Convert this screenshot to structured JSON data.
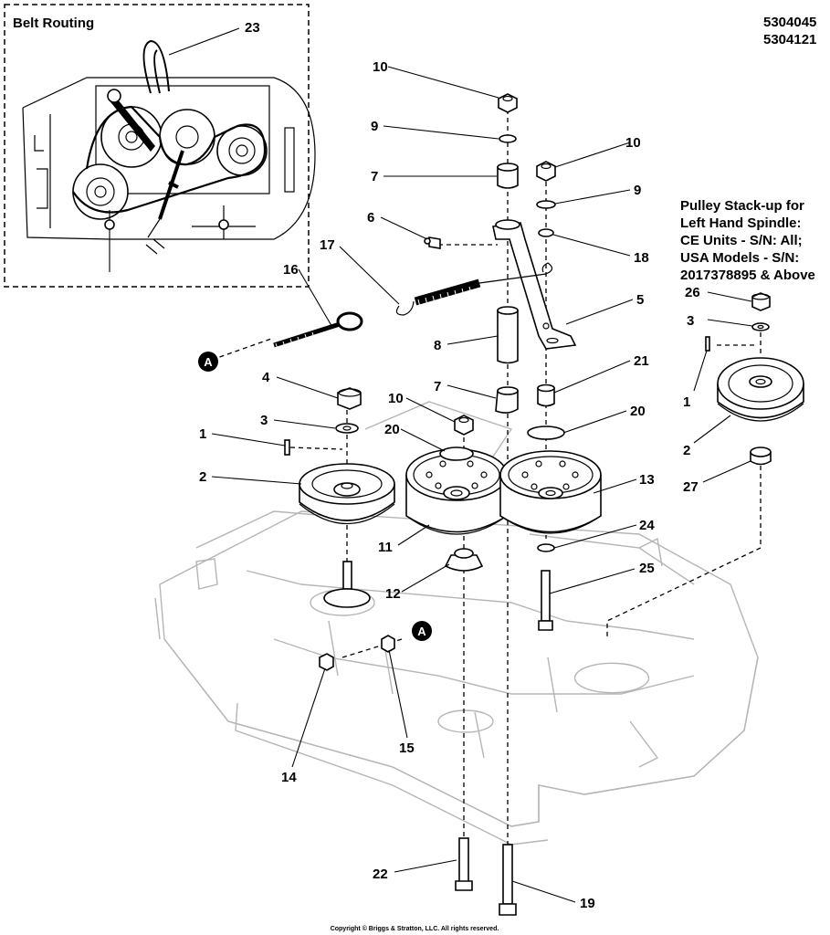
{
  "part_numbers": [
    "5304045",
    "5304121"
  ],
  "inset": {
    "title": "Belt Routing",
    "callout": "23"
  },
  "stack_title": [
    "Pulley Stack-up for",
    "Left Hand Spindle:",
    "CE Units - S/N: All;",
    "USA Models - S/N:",
    "2017378895 & Above"
  ],
  "marker": "A",
  "callouts": {
    "c10a": "10",
    "c9a": "9",
    "c7a": "7",
    "c6": "6",
    "c17": "17",
    "c16": "16",
    "c10b": "10",
    "c9b": "9",
    "c18": "18",
    "c5": "5",
    "c8": "8",
    "c21": "21",
    "c7b": "7",
    "c4": "4",
    "c3a": "3",
    "c1a": "1",
    "c2a": "2",
    "c10c": "10",
    "c20a": "20",
    "c20b": "20",
    "c13": "13",
    "c24": "24",
    "c11": "11",
    "c25": "25",
    "c12": "12",
    "c14": "14",
    "c15": "15",
    "c22": "22",
    "c19": "19",
    "c26": "26",
    "c3b": "3",
    "c1b": "1",
    "c2b": "2",
    "c27": "27"
  },
  "copyright": "Copyright © Briggs & Stratton, LLC. All rights reserved."
}
